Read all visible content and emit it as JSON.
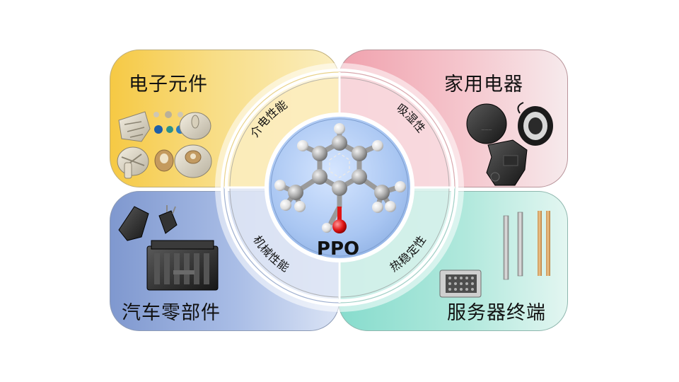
{
  "quadrants": {
    "top_left": "电子元件",
    "top_right": "家用电器",
    "bottom_left": "汽车零部件",
    "bottom_right": "服务器终端"
  },
  "properties": {
    "top_left": "介电性能",
    "top_right": "吸湿性",
    "bottom_left": "机械性能",
    "bottom_right": "热稳定性"
  },
  "center": {
    "label": "PPO"
  }
}
